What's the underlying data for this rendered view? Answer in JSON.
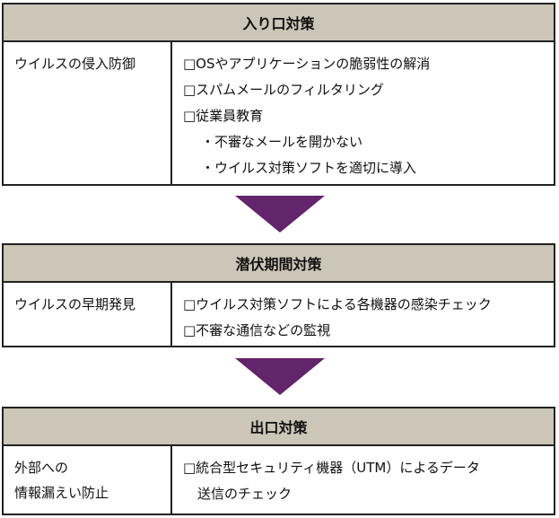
{
  "sections": [
    {
      "title": "入り口対策",
      "category": [
        "ウイルスの侵入防御"
      ],
      "items": [
        "□OSやアプリケーションの脆弱性の解消",
        "□スパムメールのフィルタリング",
        "□従業員教育"
      ],
      "subitems": [
        "・不審なメールを開かない",
        "・ウイルス対策ソフトを適切に導入"
      ]
    },
    {
      "title": "潜伏期間対策",
      "category": [
        "ウイルスの早期発見"
      ],
      "items": [
        "□ウイルス対策ソフトによる各機器の感染チェック",
        "□不審な通信などの監視"
      ]
    },
    {
      "title": "出口対策",
      "category": [
        "外部への",
        "情報漏えい防止"
      ],
      "items": [
        "□統合型セキュリティ機器（UTM）によるデータ",
        "送信のチェック"
      ]
    }
  ],
  "colors": {
    "header": "#ccc6b8",
    "arrow": "#62246a"
  }
}
